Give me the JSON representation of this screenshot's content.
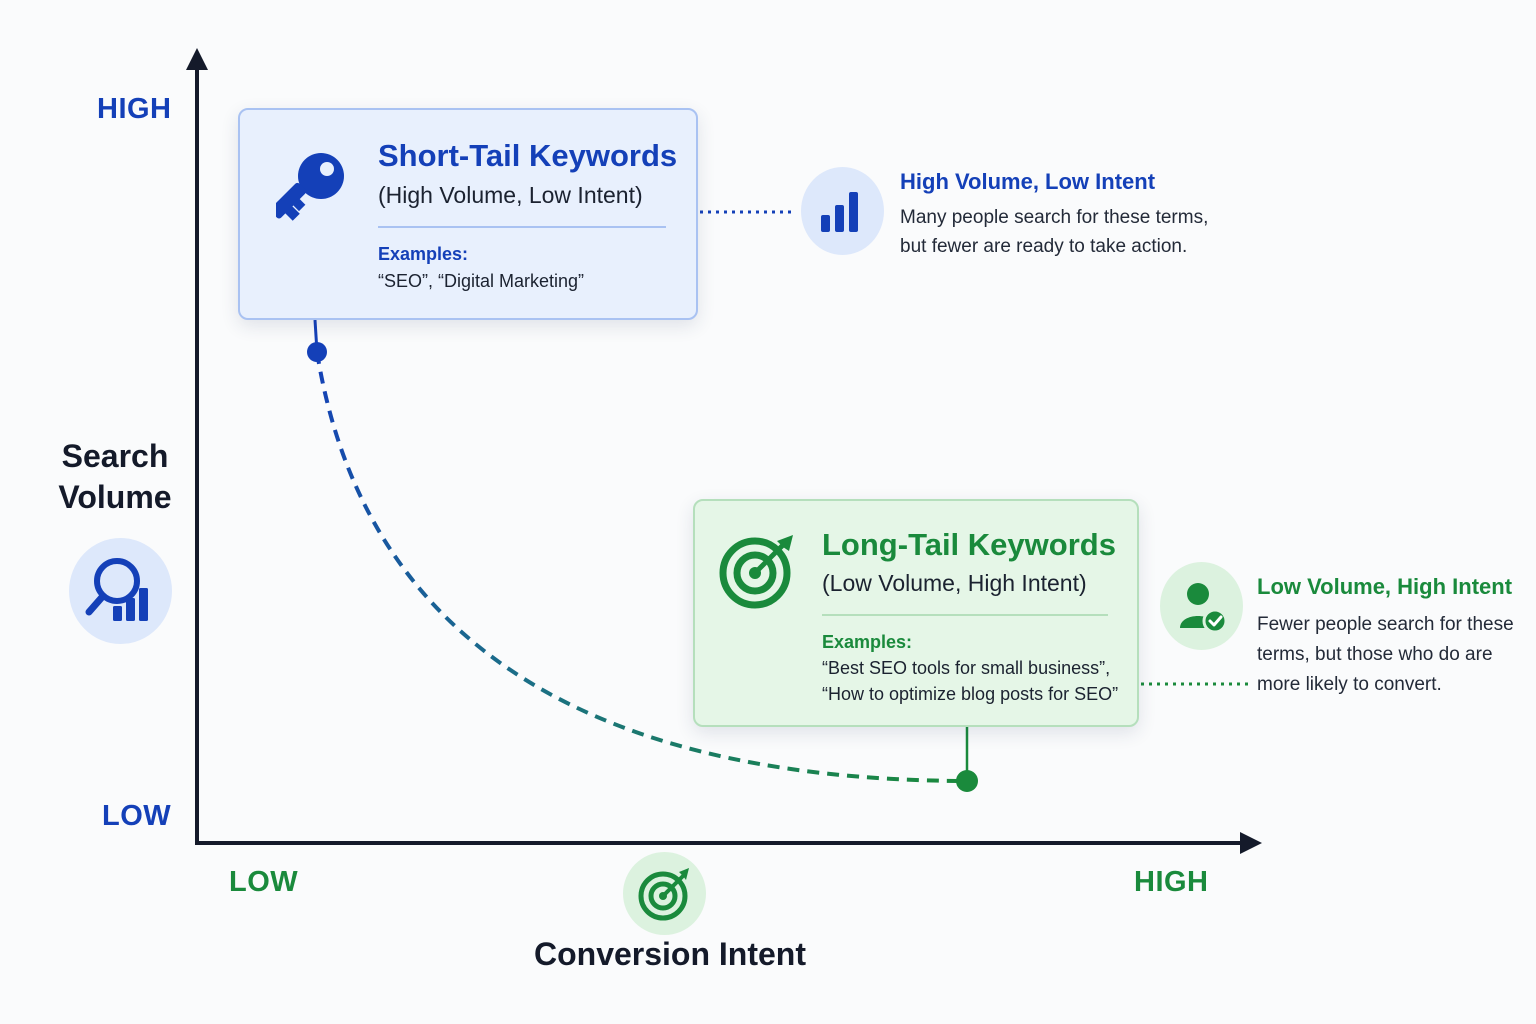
{
  "y_axis": {
    "title": "Search Volume",
    "high_label": "HIGH",
    "low_label": "LOW",
    "icon": "search-chart-icon"
  },
  "x_axis": {
    "title": "Conversion Intent",
    "low_label": "LOW",
    "high_label": "HIGH",
    "icon": "target-icon"
  },
  "short_tail": {
    "icon": "key-icon",
    "title": "Short-Tail Keywords",
    "subtitle": "(High Volume, Low Intent)",
    "examples_label": "Examples:",
    "examples": [
      "“SEO”, “Digital Marketing”"
    ],
    "note": {
      "icon": "bar-chart-icon",
      "title": "High Volume, Low Intent",
      "lines": [
        "Many people search for these terms,",
        "but fewer are ready to take action."
      ]
    }
  },
  "long_tail": {
    "icon": "target-arrow-icon",
    "title": "Long-Tail Keywords",
    "subtitle": "(Low Volume, High Intent)",
    "examples_label": "Examples:",
    "examples": [
      "“Best SEO tools for small business”,",
      "“How to optimize blog posts for SEO”"
    ],
    "note": {
      "icon": "user-check-icon",
      "title": "Low Volume, High Intent",
      "lines": [
        "Fewer people search for these",
        "terms, but those who do are",
        "more likely to convert."
      ]
    }
  },
  "colors": {
    "blue": "#1440b8",
    "green": "#1a8a3c",
    "axis": "#141a2a"
  }
}
